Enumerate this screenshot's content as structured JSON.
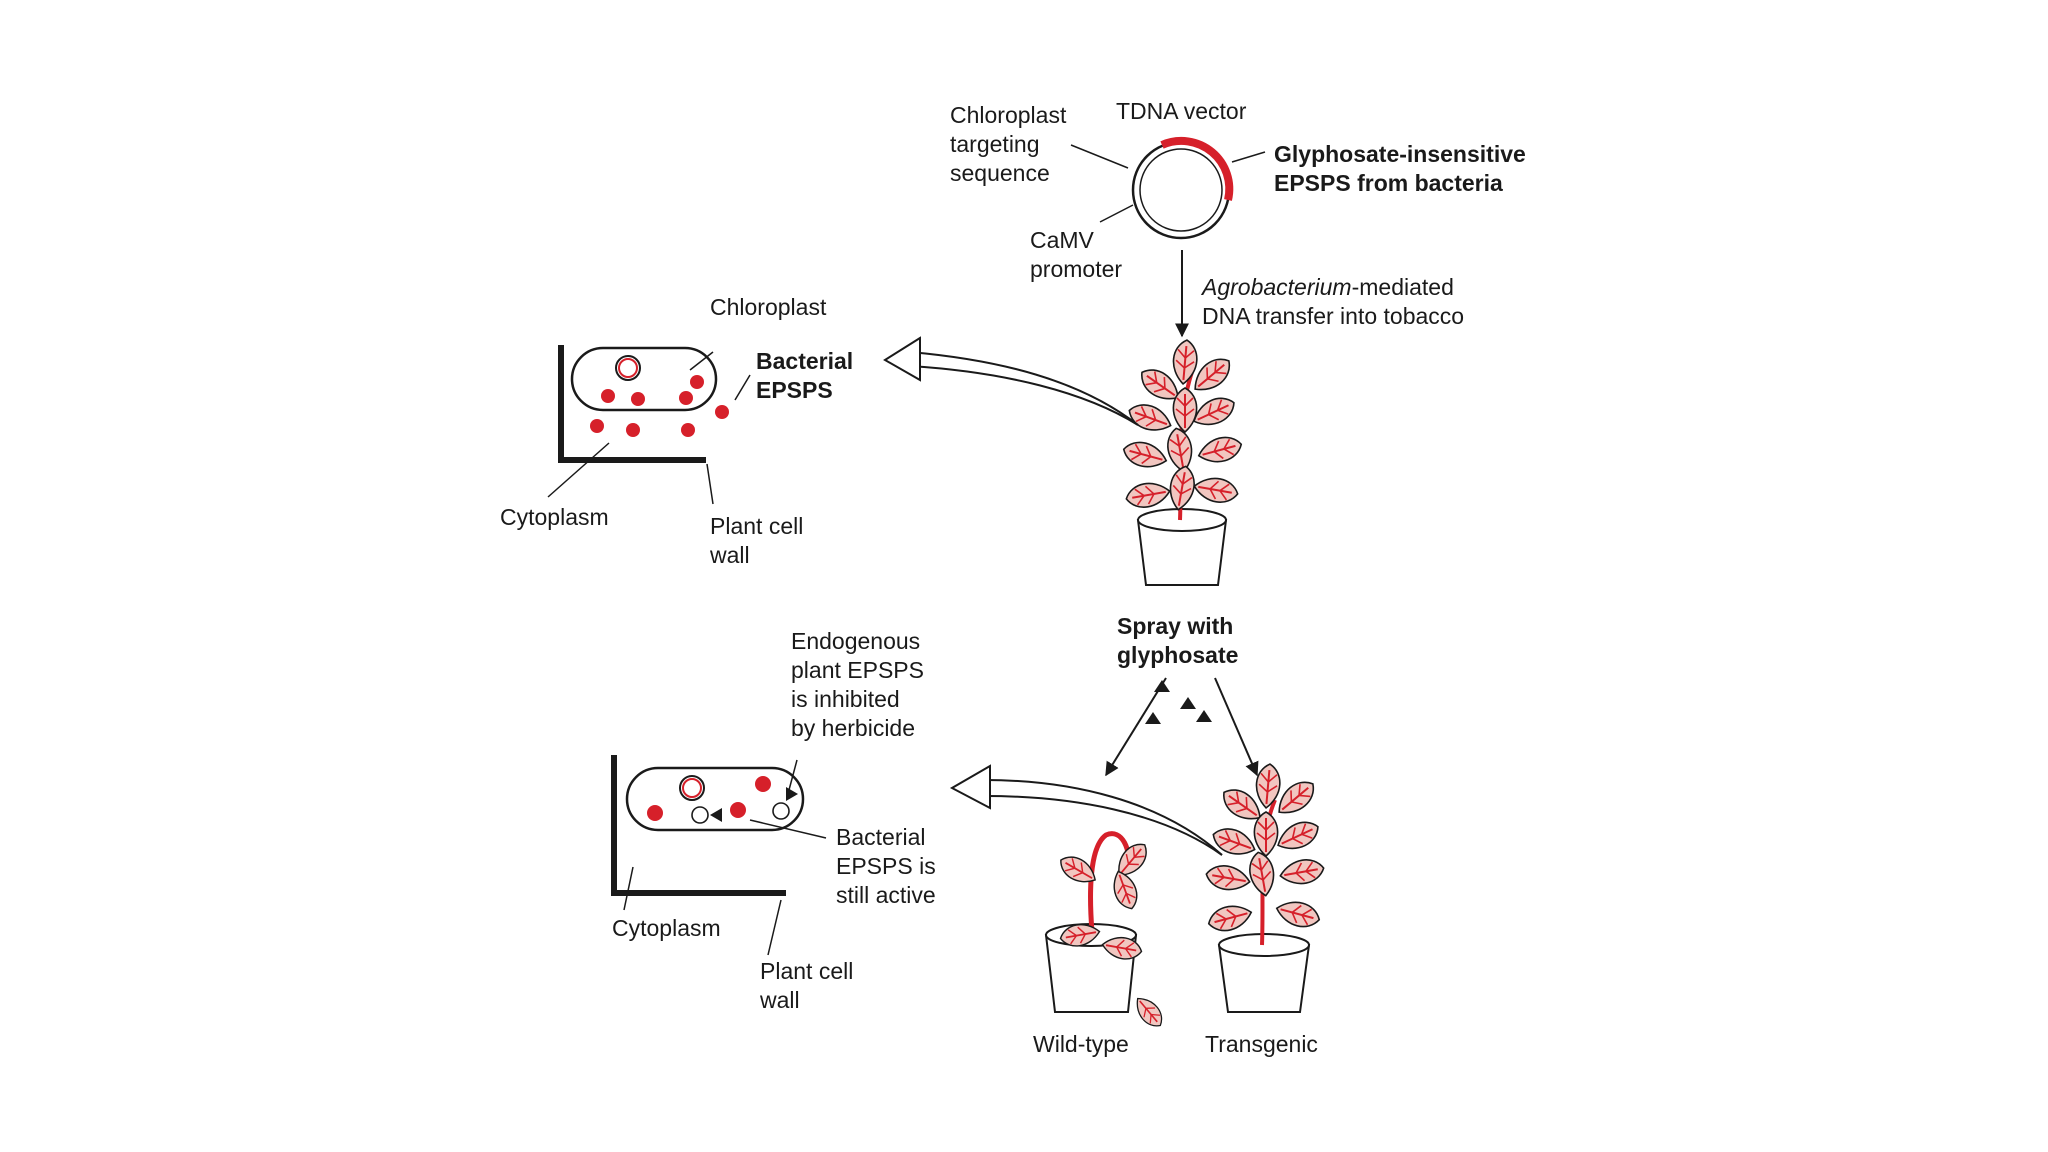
{
  "vector": {
    "top_label": "TDNA vector",
    "targeting_seq": [
      "Chloroplast",
      "targeting",
      "sequence"
    ],
    "epsps_bacteria": [
      "Glyphosate-insensitive",
      "EPSPS from bacteria"
    ],
    "promoter": [
      "CaMV",
      "promoter"
    ]
  },
  "transfer": {
    "line1_italic": "Agrobacterium",
    "line1_rest": "-mediated",
    "line2": "DNA transfer into tobacco"
  },
  "cell_top": {
    "chloroplast": "Chloroplast",
    "bacterial_epsps": [
      "Bacterial",
      "EPSPS"
    ],
    "cytoplasm": "Cytoplasm",
    "cell_wall": [
      "Plant cell",
      "wall"
    ]
  },
  "spray": [
    "Spray with",
    "glyphosate"
  ],
  "cell_bottom": {
    "endogenous": [
      "Endogenous",
      "plant EPSPS",
      "is inhibited",
      "by herbicide"
    ],
    "bacterial_active": [
      "Bacterial",
      "EPSPS is",
      "still active"
    ],
    "cytoplasm": "Cytoplasm",
    "cell_wall": [
      "Plant cell",
      "wall"
    ]
  },
  "plants": {
    "wild_type": "Wild-type",
    "transgenic": "Transgenic"
  },
  "colors": {
    "red": "#d6202a",
    "leaf_fill": "#f1c6c0",
    "outline": "#1a1a1a"
  }
}
